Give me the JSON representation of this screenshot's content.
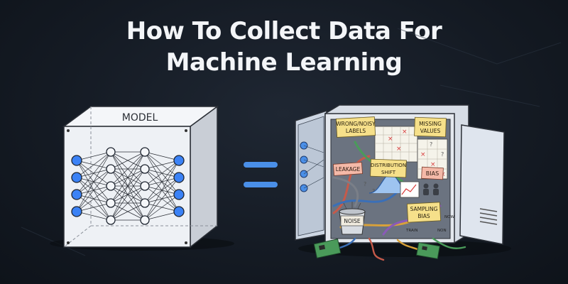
{
  "title": {
    "line1": "How To Collect Data For",
    "line2": "Machine Learning"
  },
  "model_box": {
    "label": "MODEL",
    "layers": [
      4,
      5,
      5,
      4
    ]
  },
  "equals_sign": "=",
  "broken_box": {
    "labels": {
      "wrong_noisy": [
        "WRONG/NOISY",
        "LABELS"
      ],
      "missing": [
        "MISSING",
        "VALUES"
      ],
      "leakage": "LEAKAGE",
      "distribution": [
        "DISTRIBUTION",
        "SHIFT"
      ],
      "bias": "BIAS",
      "sampling": [
        "SAMPLING",
        "BIAS"
      ],
      "noise": "NOISE",
      "train": "TRAIN",
      "now": "NOW",
      "non": "NON"
    }
  },
  "colors": {
    "background": "#141a23",
    "node_blue": "#3b82f6",
    "equals_blue": "#4a8fe8",
    "sticky_yellow": "#f6e08a",
    "sticky_pink": "#f4b9a8",
    "box_light": "#e9edf2"
  }
}
